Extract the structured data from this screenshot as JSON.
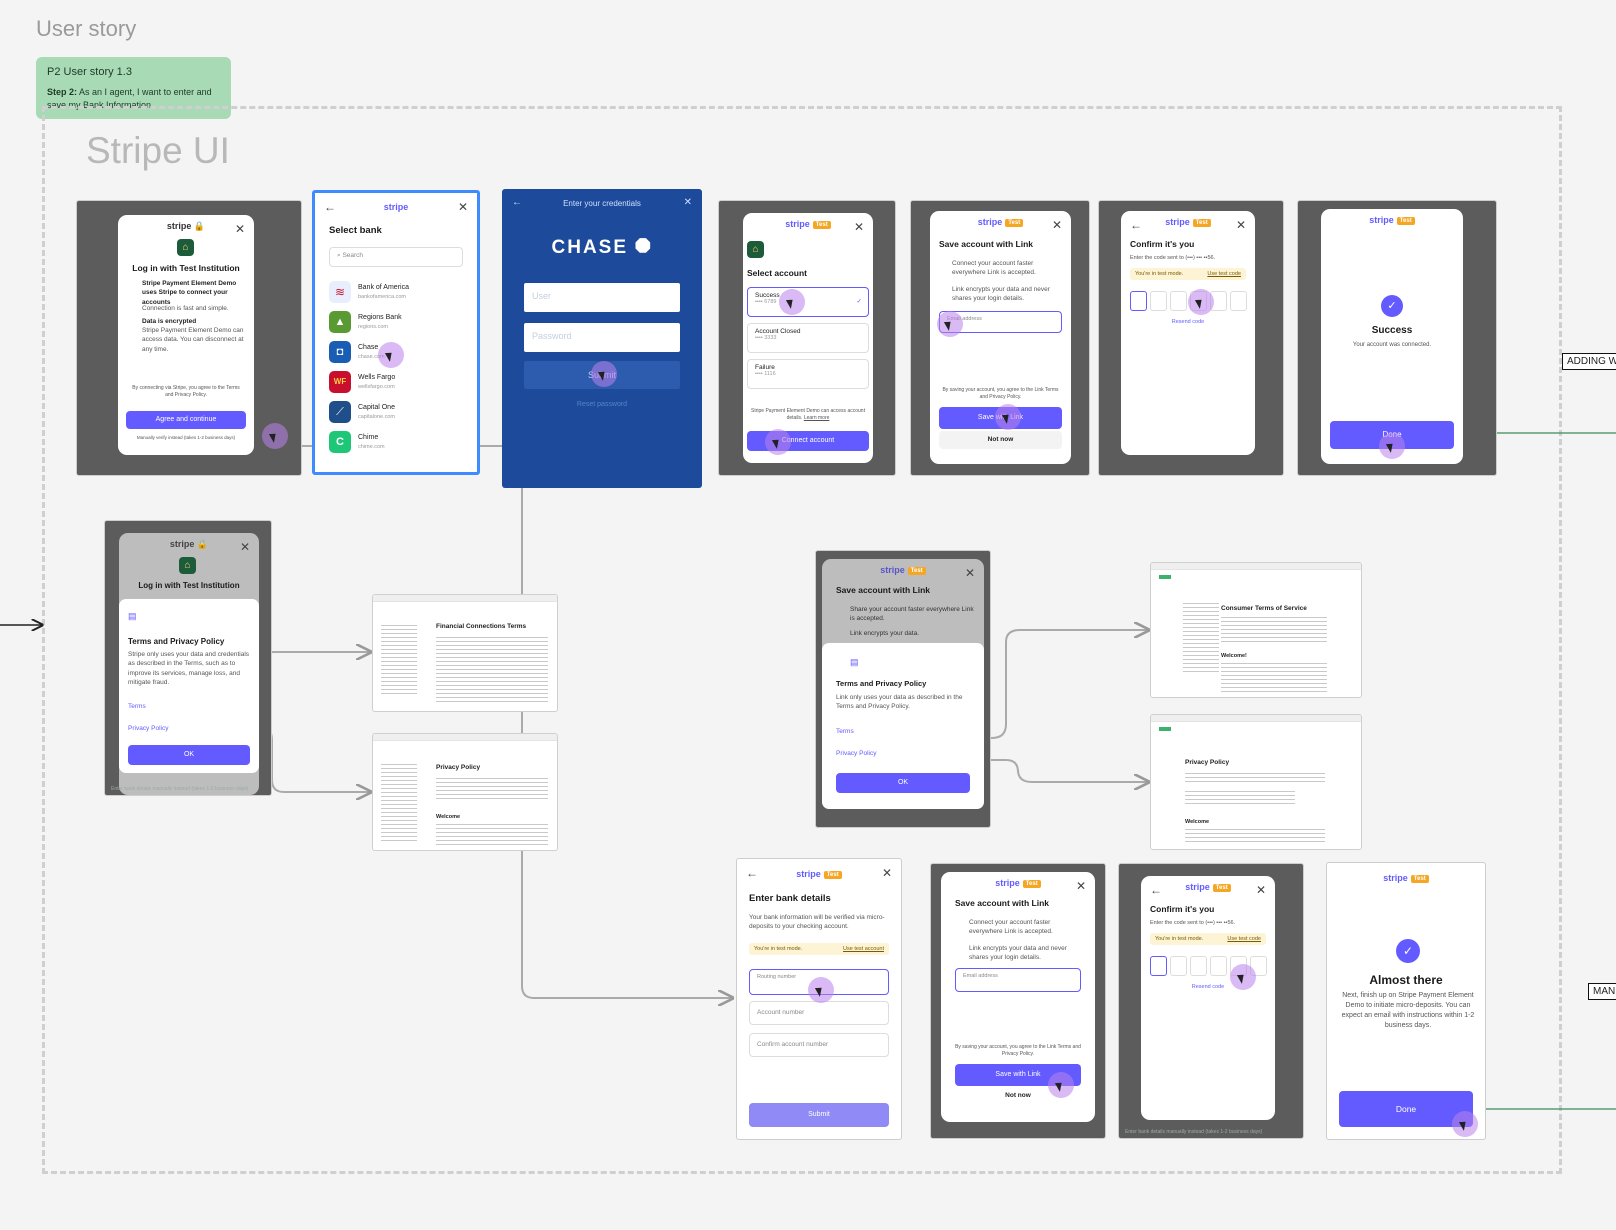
{
  "header": {
    "title": "User story",
    "section_title": "Stripe UI"
  },
  "sticky": {
    "title": "P2 User story 1.3",
    "step_label": "Step 2:",
    "text": " As an I agent, I want to enter and save my Bank Information."
  },
  "side_labels": {
    "adding": "ADDING W",
    "manual": "MAN"
  },
  "common": {
    "stripe": "stripe",
    "test_badge": "Test",
    "close": "✕",
    "back": "←"
  },
  "screen_login": {
    "logo": "stripe 🔒",
    "title": "Log in with Test Institution",
    "item1_title": "Stripe Payment Element Demo uses Stripe to connect your accounts",
    "item1_sub": "Connection is fast and simple.",
    "item2_title": "Data is encrypted",
    "item2_sub": "Stripe Payment Element Demo can access data. You can disconnect at any time.",
    "terms_note": "By connecting via Stripe, you agree to the Terms and Privacy Policy.",
    "button": "Agree and continue",
    "manual": "Manually verify instead (takes 1-2 business days)"
  },
  "screen_select_bank": {
    "title": "Select bank",
    "search_placeholder": "Search",
    "banks": [
      {
        "name": "Bank of America",
        "url": "bankofamerica.com"
      },
      {
        "name": "Regions Bank",
        "url": "regions.com"
      },
      {
        "name": "Chase",
        "url": "chase.com"
      },
      {
        "name": "Wells Fargo",
        "url": "wellsfargo.com"
      },
      {
        "name": "Capital One",
        "url": "capitalone.com"
      },
      {
        "name": "Chime",
        "url": "chime.com"
      }
    ]
  },
  "screen_chase": {
    "header": "Enter your credentials",
    "logo": "CHASE",
    "user_placeholder": "User",
    "password_placeholder": "Password",
    "submit": "Submit",
    "reset": "Reset password"
  },
  "screen_select_account": {
    "title": "Select account",
    "accounts": [
      {
        "name": "Success",
        "mask": "•••• 6789"
      },
      {
        "name": "Account Closed",
        "mask": "•••• 3333"
      },
      {
        "name": "Failure",
        "mask": "•••• 1116"
      }
    ],
    "note": "Stripe Payment Element Demo can access account details.",
    "note_link": "Learn more",
    "button": "Connect account"
  },
  "screen_save_link": {
    "title": "Save account with Link",
    "item1": "Connect your account faster everywhere Link is accepted.",
    "item2": "Link encrypts your data and never shares your login details.",
    "email_placeholder": "Email address",
    "legal": "By saving your account, you agree to the Link Terms and Privacy Policy.",
    "button": "Save with Link",
    "secondary": "Not now"
  },
  "screen_confirm": {
    "title": "Confirm it's you",
    "sub": "Enter the code sent to (•••) ••• ••56.",
    "test_mode": "You're in test mode.",
    "test_code": "Use test code",
    "resend": "Resend code"
  },
  "screen_success": {
    "title": "Success",
    "sub": "Your account was connected.",
    "button": "Done"
  },
  "screen_terms_dialog": {
    "title": "Terms and Privacy Policy",
    "body": "Stripe only uses your data and credentials as described in the Terms, such as to improve its services, manage loss, and mitigate fraud.",
    "terms": "Terms",
    "privacy": "Privacy Policy",
    "button": "OK"
  },
  "screen_link_terms": {
    "title": "Save account with Link",
    "item1": "Share your account faster everywhere Link is accepted.",
    "item2": "Link encrypts your data.",
    "dialog_title": "Terms and Privacy Policy",
    "dialog_body": "Link only uses your data as described in the Terms and Privacy Policy.",
    "terms": "Terms",
    "privacy": "Privacy Policy",
    "button": "OK"
  },
  "docs": {
    "fc_terms": "Financial Connections Terms",
    "privacy": "Privacy Policy",
    "welcome": "Welcome",
    "consumer_terms": "Consumer Terms of Service",
    "welcome_bang": "Welcome!",
    "link_privacy": "Privacy Policy",
    "link_welcome": "Welcome"
  },
  "screen_enter_bank": {
    "title": "Enter bank details",
    "sub": "Your bank information will be verified via micro-deposits to your checking account.",
    "test_mode": "You're in test mode.",
    "test_account": "Use test account",
    "routing": "Routing number",
    "account": "Account number",
    "confirm": "Confirm account number",
    "button": "Submit"
  },
  "screen_almost": {
    "title": "Almost there",
    "sub": "Next, finish up on Stripe Payment Element Demo to initiate micro-deposits. You can expect an email with instructions within 1-2 business days.",
    "button": "Done"
  },
  "footer_text": "Enter bank details manually instead (takes 1-2 business days)"
}
